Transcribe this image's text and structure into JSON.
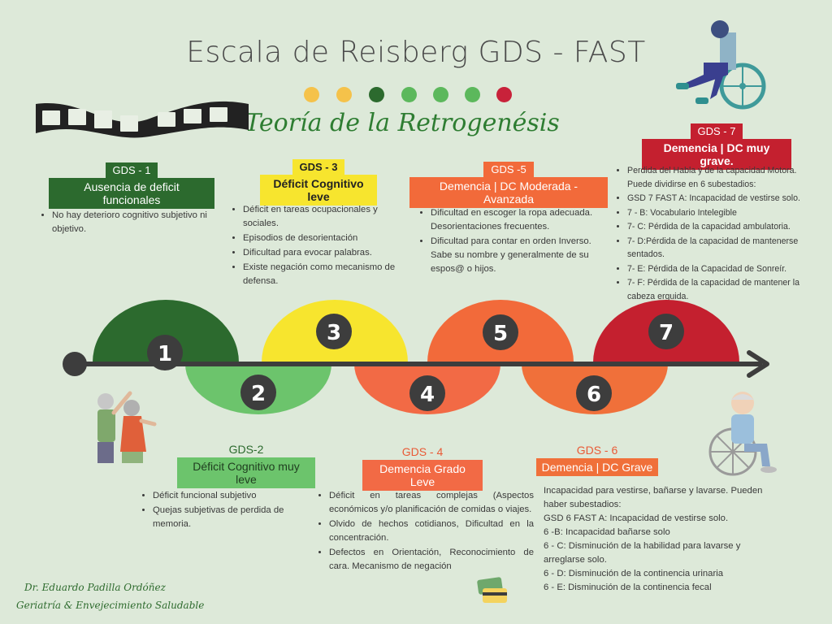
{
  "title": "Escala de Reisberg GDS - FAST",
  "subtitle": "Teoría de la Retrogenésis",
  "dots": [
    "#f5c24a",
    "#f5c24a",
    "#2c6a2e",
    "#5cb85c",
    "#5cb85c",
    "#5cb85c",
    "#c8223a"
  ],
  "stage_numbers": [
    "1",
    "2",
    "3",
    "4",
    "5",
    "6",
    "7"
  ],
  "stages": {
    "s1": {
      "tag": "GDS - 1",
      "name": "Ausencia de deficit funcionales",
      "items": [
        "No hay deterioro cognitivo subjetivo ni objetivo."
      ]
    },
    "s2": {
      "tag": "GDS-2",
      "name": "Déficit Cognitivo muy leve",
      "items": [
        "Déficit funcional subjetivo",
        "Quejas subjetivas de perdida de memoria."
      ]
    },
    "s3": {
      "tag": "GDS - 3",
      "name": "Déficit Cognitivo leve",
      "items": [
        "Déficit en tareas ocupacionales y sociales.",
        "Episodios de desorientación",
        "Dificultad para evocar palabras.",
        "Existe negación como mecanismo de defensa."
      ]
    },
    "s4": {
      "tag": "GDS - 4",
      "name": "Demencia Grado Leve",
      "items": [
        "Déficit en tareas complejas (Aspectos económicos y/o planificación de comidas o viajes.",
        "Olvido de hechos cotidianos, Dificultad en la concentración.",
        "Defectos en Orientación, Reconocimiento de cara. Mecanismo de negación"
      ]
    },
    "s5": {
      "tag": "GDS -5",
      "name": "Demencia | DC Moderada - Avanzada",
      "items": [
        "Dificultad en escoger la ropa adecuada. Desorientaciones frecuentes.",
        "Dificultad para contar en orden Inverso. Sabe su nombre y generalmente de su espos@ o hijos."
      ]
    },
    "s6": {
      "tag": "GDS - 6",
      "name": "Demencia | DC Grave",
      "lines": [
        "Incapacidad para vestirse, bañarse y lavarse. Pueden haber subestadios:",
        "GSD 6 FAST A: Incapacidad de vestirse solo.",
        "6 -B: Incapacidad bañarse solo",
        "6 - C: Disminución de la habilidad para lavarse y arreglarse solo.",
        "6 - D: Disminución de la continencia urinaria",
        "6 - E: Disminución de la continencia fecal"
      ]
    },
    "s7": {
      "tag": "GDS - 7",
      "name": "Demencia | DC muy grave.",
      "items": [
        "Perdida del Habla y de la capacidad Motora. Puede dividirse en 6 subestadios:",
        "GSD 7 FAST A: Incapacidad de vestirse solo.",
        "7 - B: Vocabulario Intelegible",
        "7- C: Pérdida de la capacidad ambulatoria.",
        "7- D:Pérdida de la capacidad de mantenerse sentados.",
        "7- E: Pérdida de la Capacidad de Sonreír.",
        "7- F: Pérdida de la capacidad de mantener la cabeza erguida."
      ]
    }
  },
  "colors": {
    "s1": "#2c6a2e",
    "s2": "#6cc46c",
    "s3": "#f7e52e",
    "s4": "#f26a45",
    "s5": "#f26a3a",
    "s6": "#f0703a",
    "s7": "#c4202f",
    "tag3_text": "#222222",
    "name3_bg": "#f7e52e",
    "tag7_bg": "#c4202f"
  },
  "credit": {
    "line1": "Dr. Eduardo Padilla Ordóñez",
    "line2": "Geriatría & Envejecimiento Saludable"
  }
}
